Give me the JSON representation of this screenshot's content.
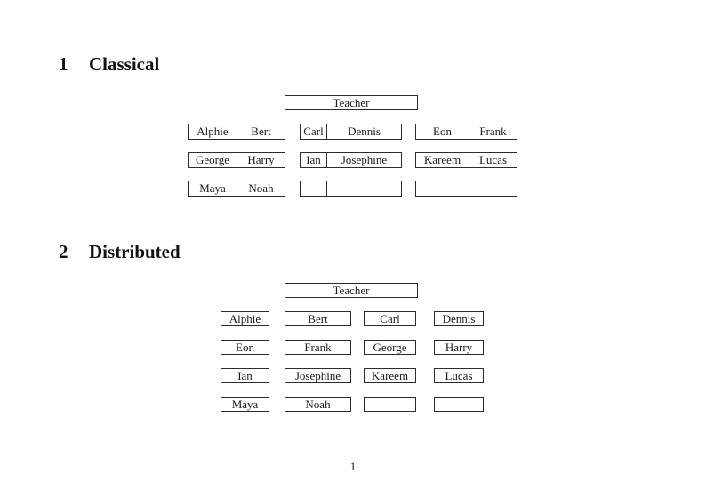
{
  "colors": {
    "border": "#2b2b2b",
    "text": "#1a1a1a",
    "background": "#ffffff"
  },
  "sections": {
    "classical": {
      "number": "1",
      "title": "Classical"
    },
    "distributed": {
      "number": "2",
      "title": "Distributed"
    }
  },
  "classical": {
    "teacher_label": "Teacher",
    "rows": [
      {
        "desks": [
          {
            "left": "Alphie",
            "right": "Bert"
          },
          {
            "left": "Carl",
            "right": "Dennis"
          },
          {
            "left": "Eon",
            "right": "Frank"
          }
        ]
      },
      {
        "desks": [
          {
            "left": "George",
            "right": "Harry"
          },
          {
            "left": "Ian",
            "right": "Josephine"
          },
          {
            "left": "Kareem",
            "right": "Lucas"
          }
        ]
      },
      {
        "desks": [
          {
            "left": "Maya",
            "right": "Noah"
          },
          {
            "left": "",
            "right": ""
          },
          {
            "left": "",
            "right": ""
          }
        ]
      }
    ]
  },
  "distributed": {
    "teacher_label": "Teacher",
    "rows": [
      {
        "desks": [
          "Alphie",
          "Bert",
          "Carl",
          "Dennis"
        ]
      },
      {
        "desks": [
          "Eon",
          "Frank",
          "George",
          "Harry"
        ]
      },
      {
        "desks": [
          "Ian",
          "Josephine",
          "Kareem",
          "Lucas"
        ]
      },
      {
        "desks": [
          "Maya",
          "Noah",
          "",
          ""
        ]
      }
    ]
  },
  "footer": {
    "page_number": "1"
  }
}
